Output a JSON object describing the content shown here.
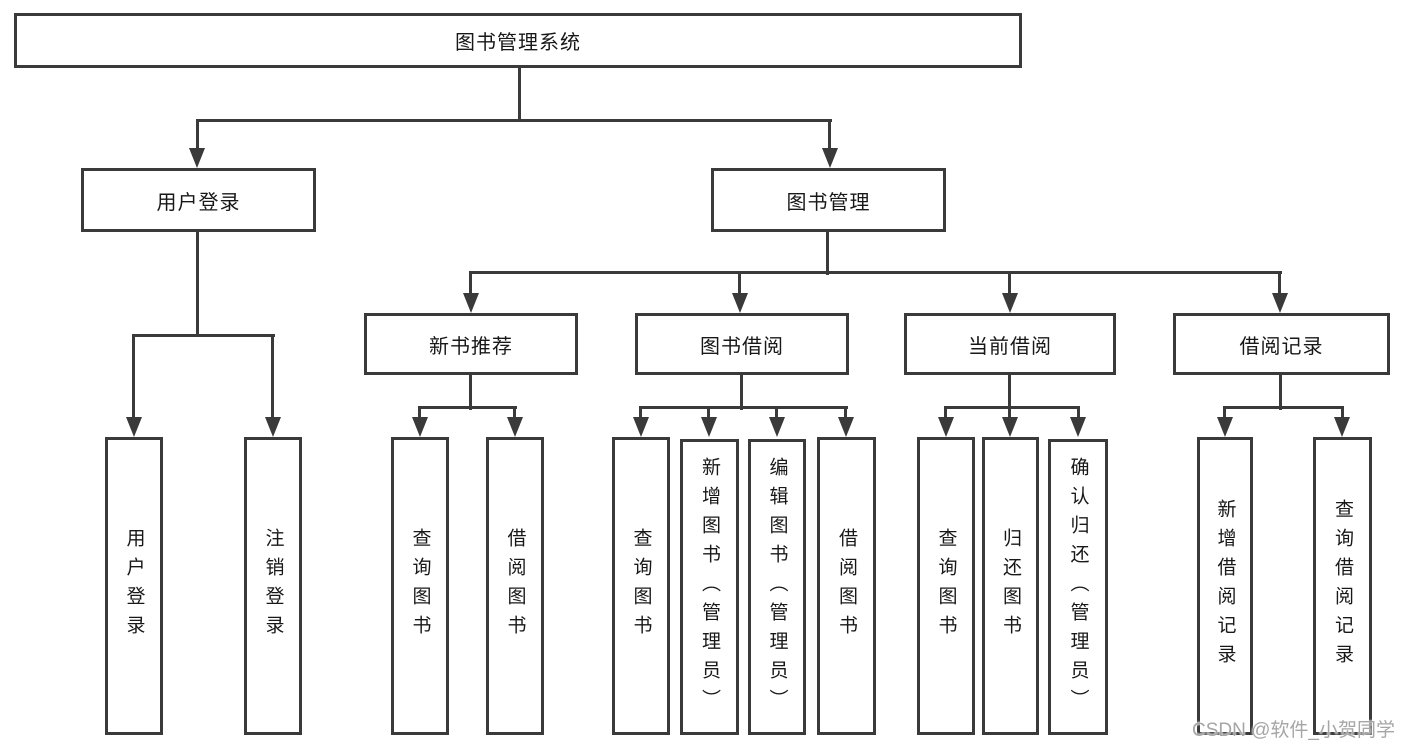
{
  "nodes": {
    "root": "图书管理系统",
    "login": "用户登录",
    "mgmt": "图书管理",
    "login_user": "用户登录",
    "login_logout": "注销登录",
    "rec": "新书推荐",
    "borrow": "图书借阅",
    "current": "当前借阅",
    "records": "借阅记录",
    "rec_query": "查询图书",
    "rec_borrow": "借阅图书",
    "borrow_query": "查询图书",
    "borrow_add": "新增图书（管理员）",
    "borrow_edit": "编辑图书（管理员）",
    "borrow_borrow": "借阅图书",
    "cur_query": "查询图书",
    "cur_return": "归还图书",
    "cur_confirm": "确认归还（管理员）",
    "recs_add": "新增借阅记录",
    "recs_query": "查询借阅记录"
  },
  "watermark": {
    "text": "CSDN @软件_小贺同学"
  },
  "colors": {
    "line": "#3a3a3a",
    "text": "#181818",
    "watermark": "#a6a6a6",
    "background": "#ffffff"
  }
}
